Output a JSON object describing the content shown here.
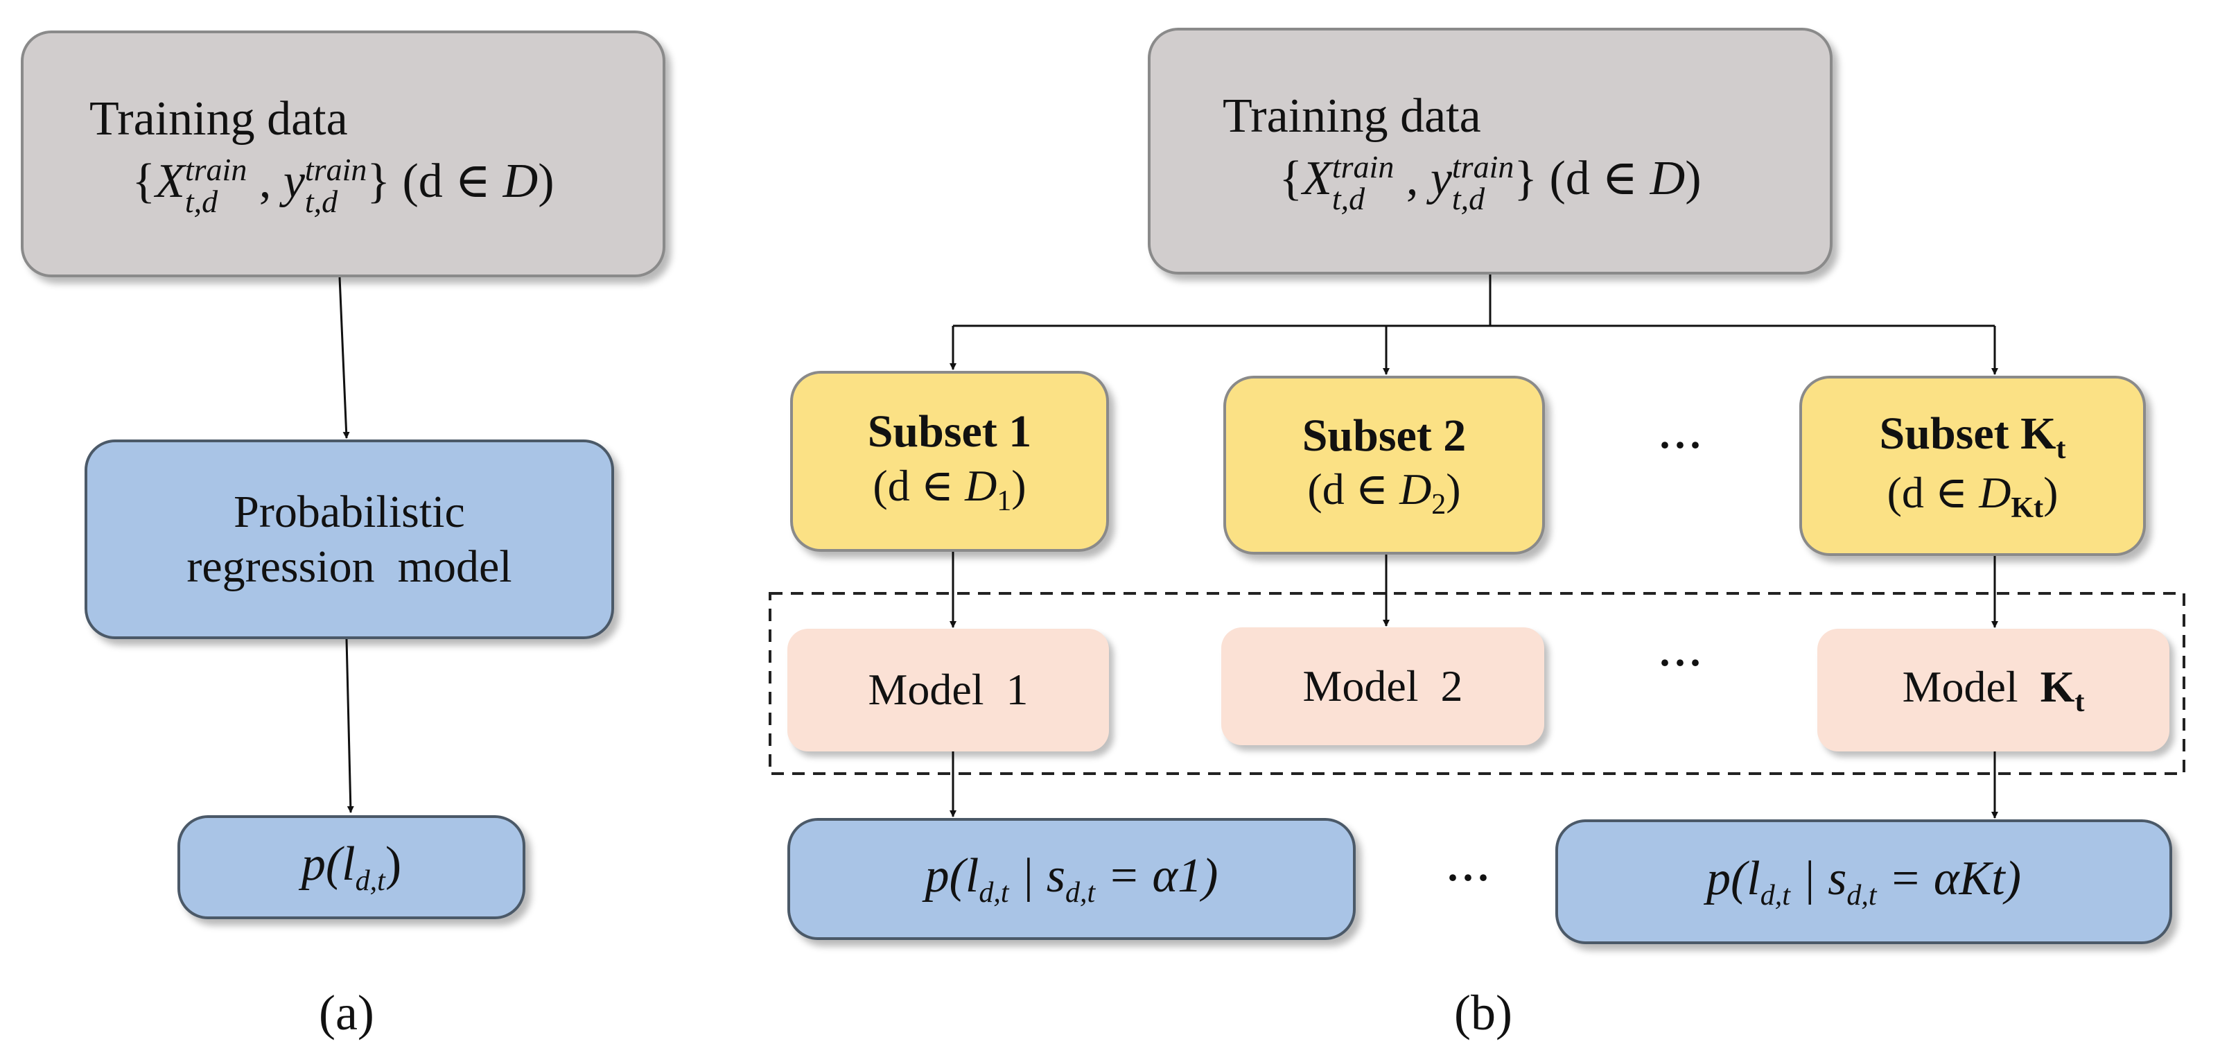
{
  "panel_a": {
    "training": {
      "title": "Training data",
      "brace_open": "{",
      "x_letter": "X",
      "y_letter": "y",
      "sup": "train",
      "sub": "t,d",
      "comma": ",",
      "brace_close": "}",
      "domain": "(d ∈ ",
      "domain_var": "D",
      "domain_close": ")"
    },
    "model_line1": "Probabilistic",
    "model_line2": "regression  model",
    "output": "p(l",
    "output_sub": "d,t",
    "output_close": ")",
    "caption": "(a)"
  },
  "panel_b": {
    "training": {
      "title": "Training data",
      "brace_open": "{",
      "x_letter": "X",
      "y_letter": "y",
      "sup": "train",
      "sub": "t,d",
      "comma": ",",
      "brace_close": "}",
      "domain": "(d ∈ ",
      "domain_var": "D",
      "domain_close": ")"
    },
    "subsets": [
      {
        "title": "Subset 1",
        "domain": "(d ∈ ",
        "var": "D",
        "sub": "1",
        "close": ")"
      },
      {
        "title": "Subset 2",
        "domain": "(d ∈ ",
        "var": "D",
        "sub": "2",
        "close": ")"
      },
      {
        "title": "Subset K",
        "title_sub": "t",
        "domain": "(d ∈ ",
        "var": "D",
        "sub": "Kt",
        "close": ")"
      }
    ],
    "models": [
      {
        "label": "Model  1"
      },
      {
        "label": "Model  2"
      },
      {
        "label": "Model  ",
        "bold": "K",
        "bold_sub": "t"
      }
    ],
    "outputs": [
      {
        "p": "p(l",
        "sub1": "d,t",
        "mid": " | s",
        "sub2": "d,t",
        "eq": " = α1)"
      },
      {
        "p": "p(l",
        "sub1": "d,t",
        "mid": " | s",
        "sub2": "d,t",
        "eq": " = αKt)"
      }
    ],
    "ellipsis": "···",
    "caption": "(b)"
  },
  "colors": {
    "gray_box": "#d1cdcd",
    "blue_box": "#a9c4e6",
    "yellow_box": "#fbe185",
    "peach_box": "#fbe1d5"
  }
}
